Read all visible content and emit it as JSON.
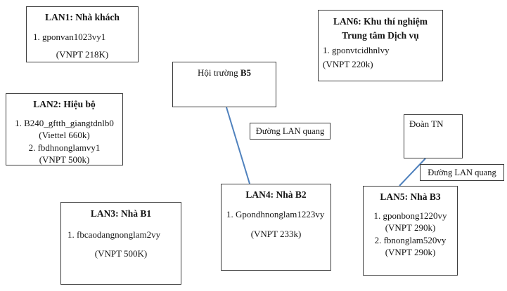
{
  "colors": {
    "line": "#4f81bd",
    "border": "#3c3c3c",
    "background": "#ffffff",
    "text": "#141414"
  },
  "boxes": {
    "lan1": {
      "title": "LAN1: Nhà khách",
      "item1": "1. gponvan1023vy1",
      "item1_note": "(VNPT 218K)"
    },
    "lan2": {
      "title": "LAN2: Hiệu bộ",
      "item1": "1. B240_gftth_giangtdnlb0",
      "item1_note": "(Viettel 660k)",
      "item2": "2. fbdhnonglamvy1",
      "item2_note": "(VNPT 500k)"
    },
    "lan3": {
      "title": "LAN3: Nhà B1",
      "item1": "1. fbcaodangnonglam2vy",
      "item1_note": "(VNPT 500K)"
    },
    "lan4": {
      "title": "LAN4: Nhà B2",
      "item1": "1. Gpondhnonglam1223vy",
      "item1_note": "(VNPT 233k)"
    },
    "lan5": {
      "title": "LAN5: Nhà B3",
      "item1": "1. gponbong1220vy",
      "item1_note": "(VNPT 290k)",
      "item2": "2. fbnonglam520vy",
      "item2_note": "(VNPT 290k)"
    },
    "lan6": {
      "title_line1": "LAN6: Khu thí nghiệm",
      "title_line2": "Trung tâm Dịch vụ",
      "item1": "1. gponvtcidhnlvy",
      "item1_note": "(VNPT 220k)"
    },
    "hall_b5": {
      "text": "Hội trường",
      "text_bold": "B5"
    },
    "doan_tn": {
      "text": "Đoàn TN"
    }
  },
  "link_labels": {
    "label1": "Đường LAN quang",
    "label2": "Đường LAN quang"
  }
}
